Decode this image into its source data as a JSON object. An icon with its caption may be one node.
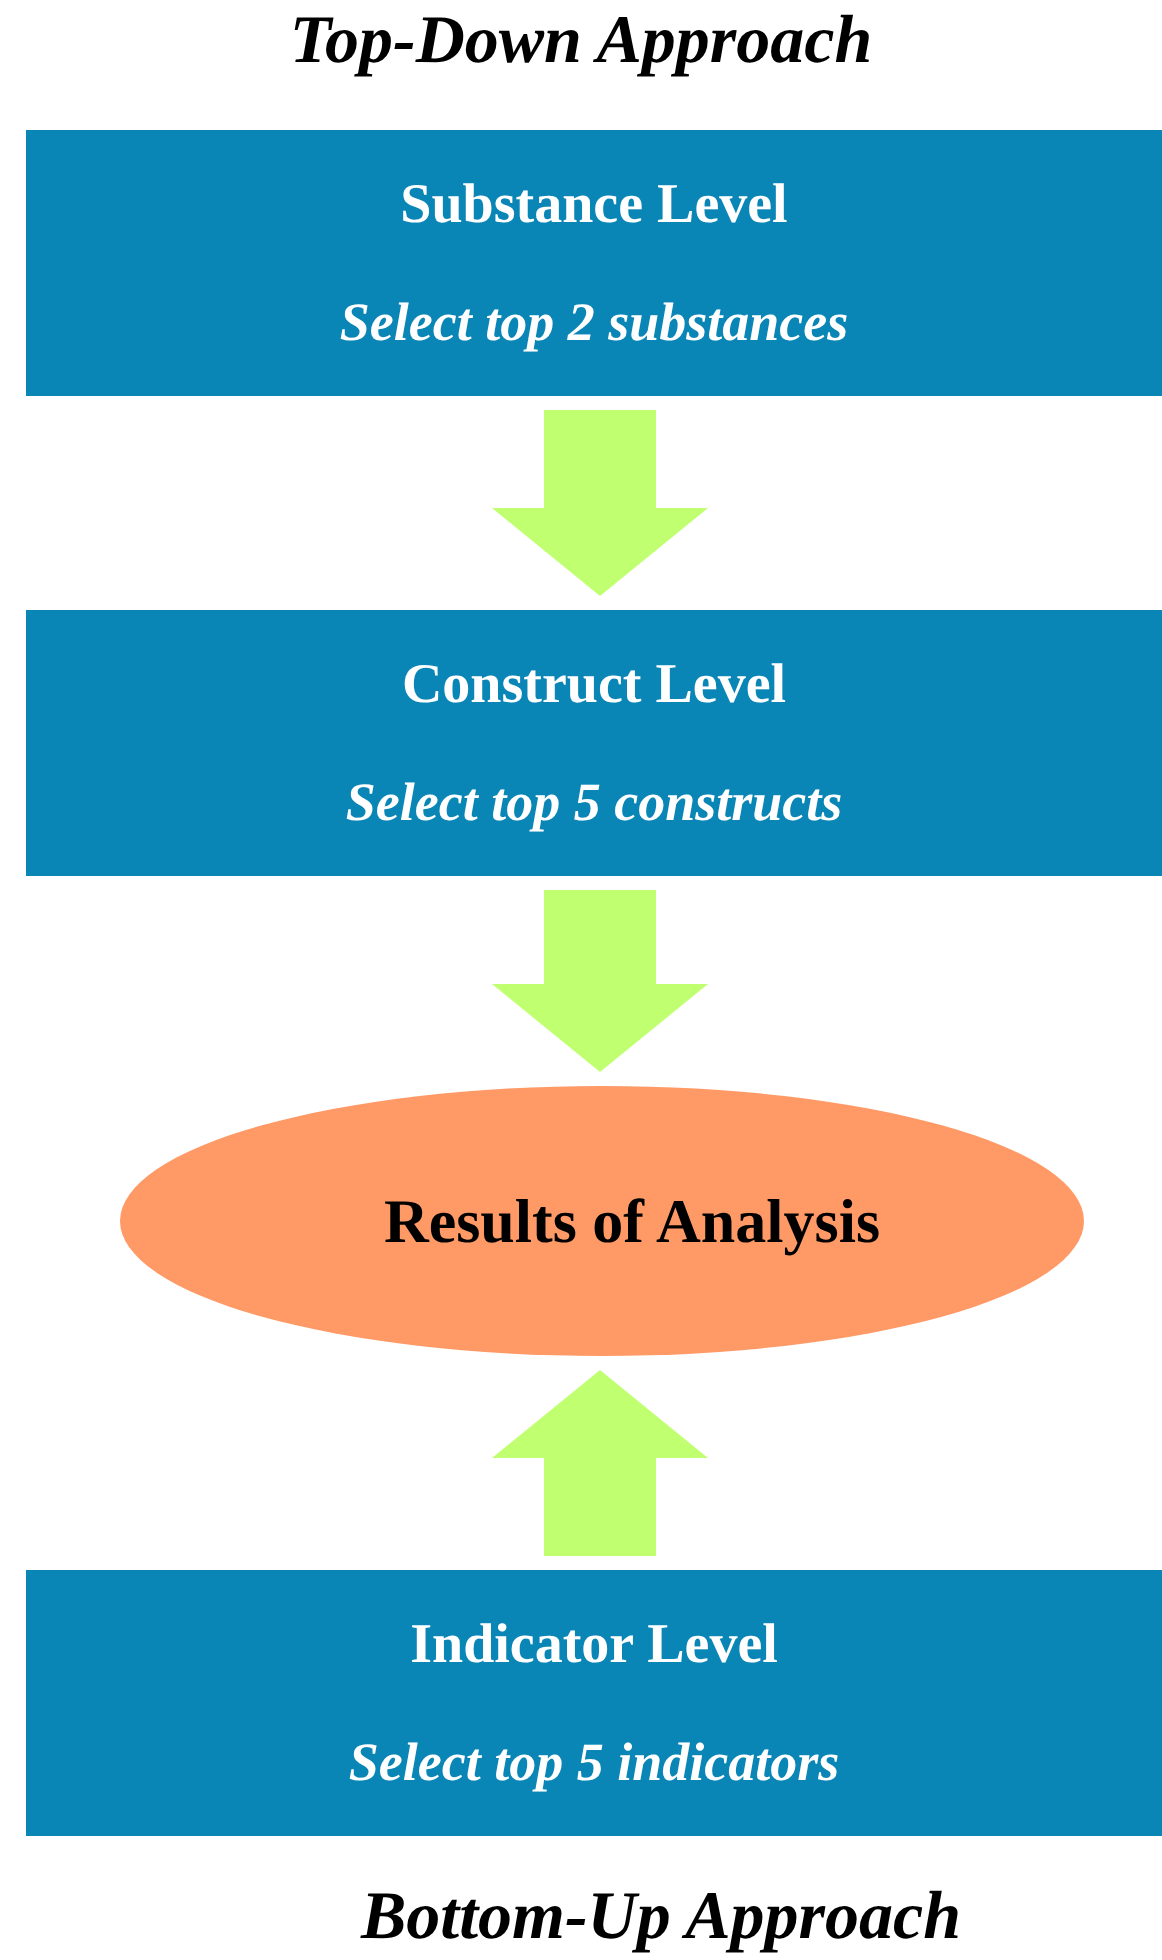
{
  "diagram": {
    "title": "Top-Down Approach",
    "caption": "Bottom-Up Approach",
    "nodes": [
      {
        "text": [
          "Substance Level",
          "Select top 2 substances"
        ]
      },
      {
        "text": [
          "Construct Level",
          "Select top 5 constructs"
        ]
      },
      {
        "text": [
          "Results of Analysis"
        ]
      },
      {
        "text": [
          "Indicator Level",
          "Select top 5 indicators"
        ]
      }
    ],
    "edges": [
      {
        "from": 0,
        "to": 1,
        "arrow": "to"
      },
      {
        "from": 1,
        "to": 2,
        "arrow": "to"
      },
      {
        "from": 3,
        "to": 2,
        "arrow": "to"
      }
    ]
  }
}
